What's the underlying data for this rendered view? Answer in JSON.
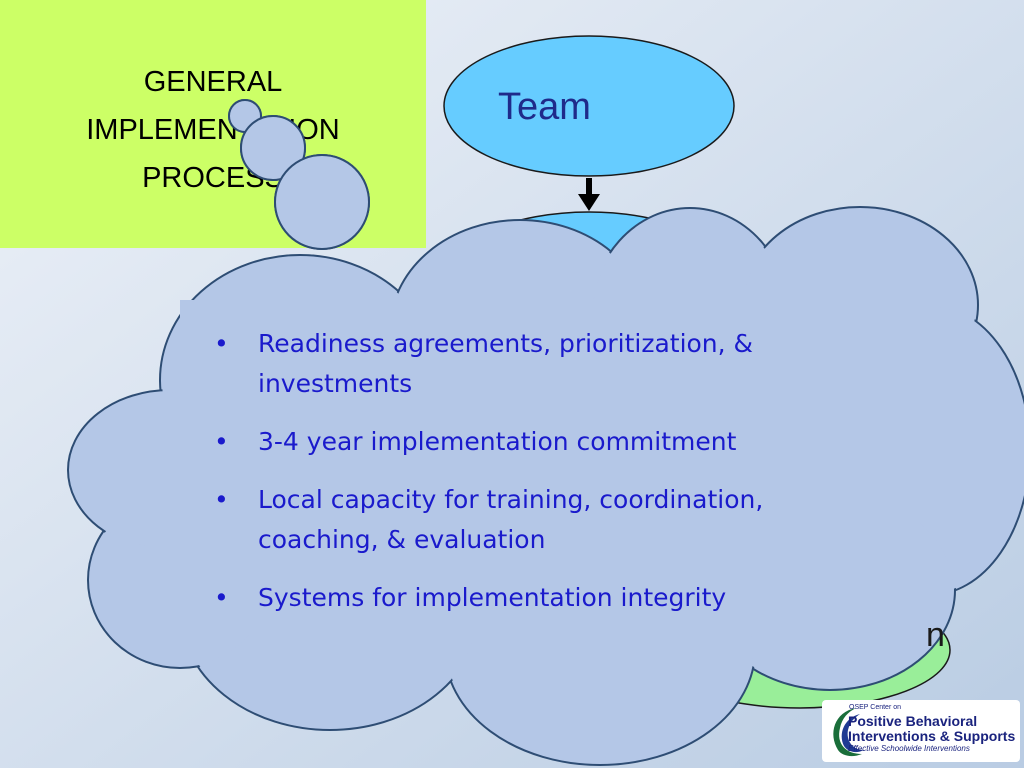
{
  "slide": {
    "title_lines": [
      "GENERAL",
      "IMPLEMENTATION",
      "PROCESS"
    ],
    "team_label": "Team",
    "partial_text": "n",
    "bullets": [
      "Readiness agreements, prioritization, & investments",
      "3-4 year implementation commitment",
      "Local capacity for training, coordination, coaching, & evaluation",
      "Systems for implementation integrity"
    ]
  },
  "logo": {
    "small_text": "OSEP Center on",
    "line1": "Positive Behavioral",
    "line2": "Interventions & Supports",
    "line3": "Effective Schoolwide Interventions"
  },
  "colors": {
    "title_bg": "#ccff66",
    "team_fill": "#66ccff",
    "cloud_fill": "#b4c7e7",
    "cloud_stroke": "#2e4d74",
    "bullet_text": "#1a1acc",
    "green_shape": "#99ee99"
  }
}
